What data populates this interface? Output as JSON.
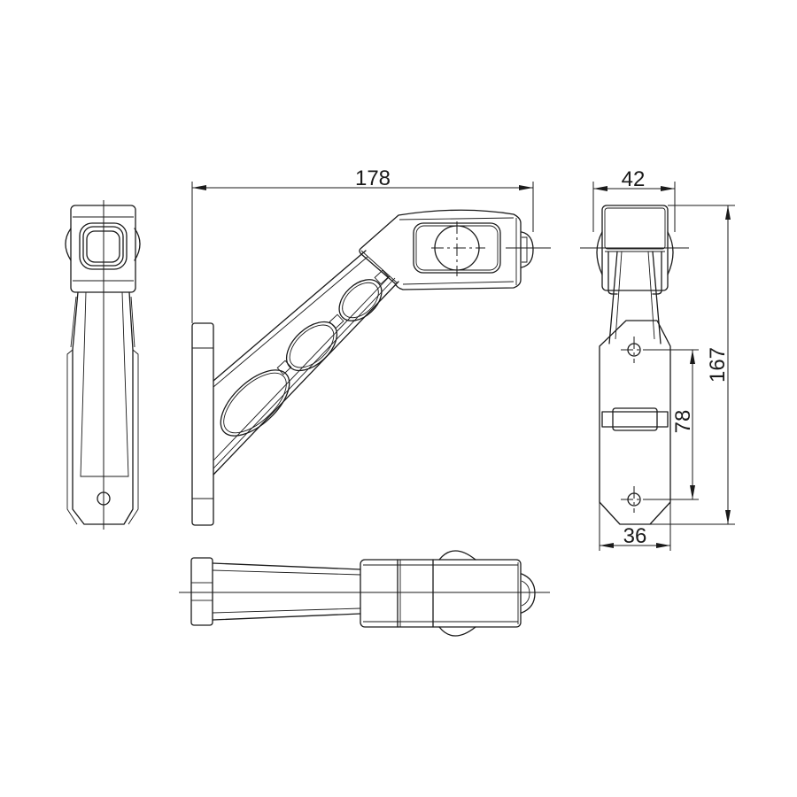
{
  "drawing": {
    "type": "technical-dimension-drawing",
    "subject": "side marker lamp on angled arm",
    "units": "mm",
    "line_color": "#1a1a1a",
    "background": "#ffffff"
  },
  "dimensions": {
    "overall_width": "178",
    "lamp_head_width": "42",
    "overall_height": "167",
    "hole_spacing": "78",
    "base_width": "36"
  },
  "views": [
    {
      "name": "left-end-view"
    },
    {
      "name": "front-view"
    },
    {
      "name": "right-side-view"
    },
    {
      "name": "top-view"
    }
  ]
}
